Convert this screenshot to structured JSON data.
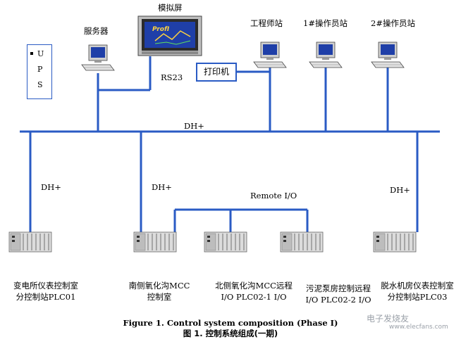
{
  "labels": {
    "touch_screen": "模拟屏",
    "server": "服务器",
    "engineer_station": "工程师站",
    "operator1": "1#操作员站",
    "operator2": "2#操作员站",
    "printer": "打印机",
    "rs23": "RS23",
    "ups_u": "U",
    "ups_p": "P",
    "ups_s": "S",
    "dh_top": "DH+",
    "dh_left": "DH+",
    "dh_mid": "DH+",
    "dh_right": "DH+",
    "remote_io": "Remote I/O",
    "screen_logo": "ProfI"
  },
  "plcs": {
    "plc1_line1": "变电所仪表控制室",
    "plc1_line2": "分控制站PLC01",
    "plc2_line1": "南侧氧化沟MCC",
    "plc2_line2": "控制室",
    "plc3_line1": "北侧氧化沟MCC远程",
    "plc3_line2": "I/O PLC02-1 I/O",
    "plc4_line1": "污泥泵房控制远程",
    "plc4_line2": "I/O PLC02-2 I/O",
    "plc5_line1": "脱水机房仪表控制室",
    "plc5_line2": "分控制站PLC03"
  },
  "caption": {
    "en": "Figure 1. Control system composition (Phase I)",
    "zh": "图 1.  控制系统组成(一期)"
  },
  "watermark": {
    "main": "电子发烧友",
    "sub": "www.elecfans.com"
  },
  "colors": {
    "bus": "#2a5bc4",
    "monitor_screen": "#1f3fa8",
    "device_body": "#d8d8d8"
  }
}
